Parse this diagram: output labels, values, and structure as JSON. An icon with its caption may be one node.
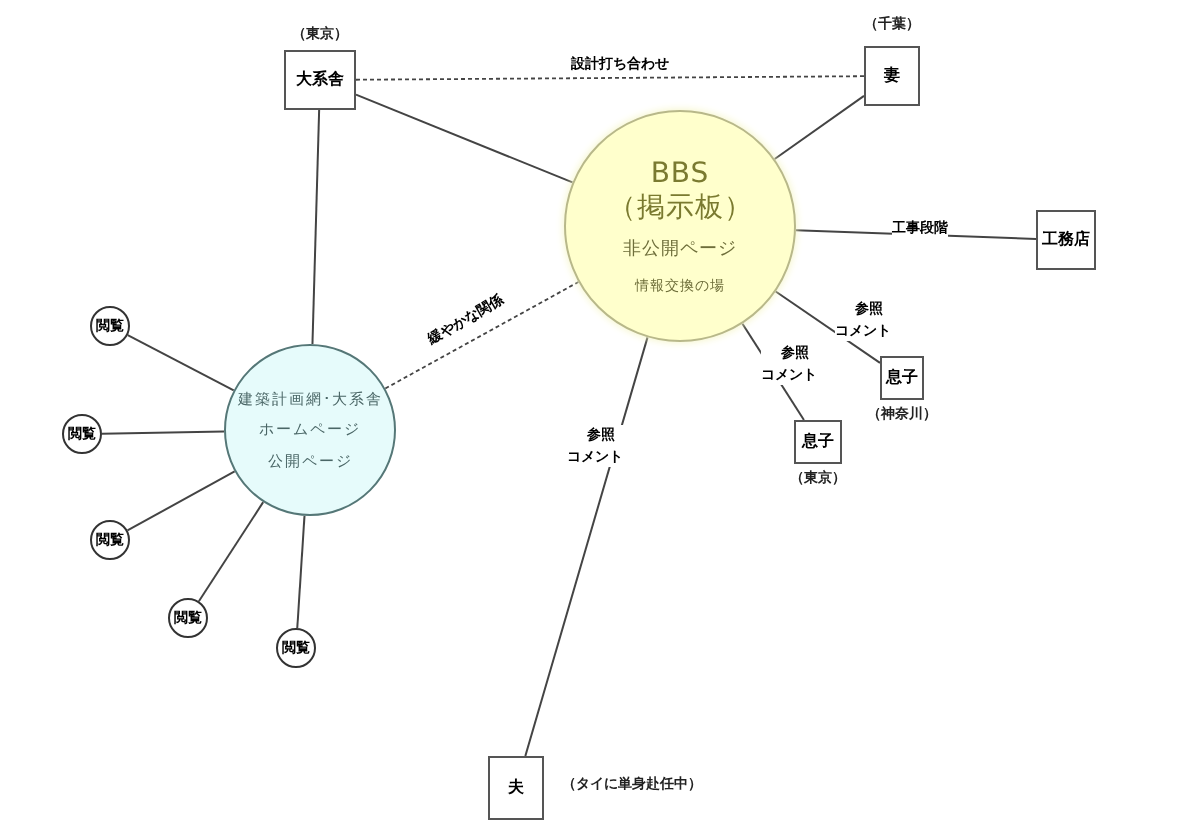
{
  "diagram": {
    "nodes": [
      {
        "text": [
          "BBS",
          "（掲示板）",
          "非公開ページ",
          "情報交換の場"
        ]
      },
      {
        "text": [
          "大系舎"
        ],
        "beside": [
          "（東京）"
        ]
      },
      {
        "text": [
          "妻"
        ],
        "beside": [
          "（千葉）"
        ]
      },
      {
        "text": [
          "工務店"
        ]
      },
      {
        "text": [
          "息子"
        ],
        "beside": [
          "（神奈川）"
        ]
      },
      {
        "text": [
          "息子"
        ],
        "beside": [
          "（東京）"
        ]
      },
      {
        "text": [
          "夫"
        ],
        "beside": [
          "（タイに単身赴任中）"
        ]
      },
      {
        "text": [
          "建築計画網･大系舎",
          "ホームページ",
          "公開ページ"
        ]
      },
      {
        "text": [
          "閲覧"
        ]
      },
      {
        "text": [
          "閲覧"
        ]
      },
      {
        "text": [
          "閲覧"
        ]
      },
      {
        "text": [
          "閲覧"
        ]
      },
      {
        "text": [
          "閲覧"
        ]
      }
    ],
    "edges": [
      {
        "from": 1,
        "to": 2,
        "arrow": "none",
        "label": "設計打ち合わせ",
        "style": "dashed"
      },
      {
        "from": 1,
        "to": 0,
        "arrow": "none"
      },
      {
        "from": 1,
        "to": 7,
        "arrow": "none"
      },
      {
        "from": 2,
        "to": 0,
        "arrow": "none"
      },
      {
        "from": 0,
        "to": 3,
        "arrow": "none",
        "label": "工事段階"
      },
      {
        "from": 0,
        "to": 4,
        "arrow": "none",
        "label": "参照コメント"
      },
      {
        "from": 0,
        "to": 5,
        "arrow": "none",
        "label": "参照コメント"
      },
      {
        "from": 0,
        "to": 6,
        "arrow": "none",
        "label": "参照コメント"
      },
      {
        "from": 7,
        "to": 0,
        "arrow": "none",
        "label": "緩やかな関係",
        "style": "dashed"
      },
      {
        "from": 7,
        "to": 8,
        "arrow": "none"
      },
      {
        "from": 7,
        "to": 9,
        "arrow": "none"
      },
      {
        "from": 7,
        "to": 10,
        "arrow": "none"
      },
      {
        "from": 7,
        "to": 11,
        "arrow": "none"
      },
      {
        "from": 7,
        "to": 12,
        "arrow": "none"
      }
    ]
  }
}
